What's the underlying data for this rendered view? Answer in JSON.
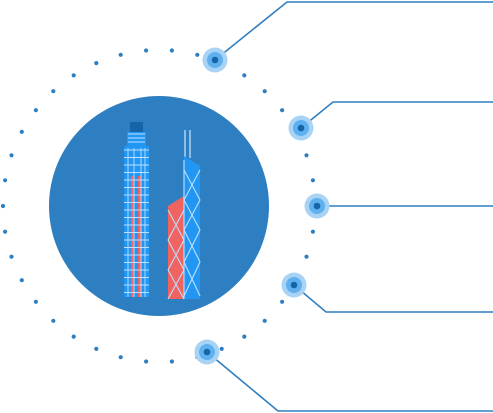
{
  "colors": {
    "primary": "#2e7fc1",
    "bright": "#2196f3",
    "dark": "#1565a8",
    "accent": "#ef6461",
    "halo": "#a9d3f5",
    "ring": "#5fb0ee",
    "dot": "#2e7fc1",
    "line": "#2e7fc1",
    "window": "#bfe0ff"
  },
  "illustration": {
    "subject": "twin-skyscrapers",
    "left_tower_icon": "glass-tower-icon",
    "right_tower_icon": "triangular-bracing-tower-icon"
  },
  "nodes": [
    {
      "id": "node-1",
      "icon": "target-dot-icon"
    },
    {
      "id": "node-2",
      "icon": "target-dot-icon"
    },
    {
      "id": "node-3",
      "icon": "target-dot-icon"
    },
    {
      "id": "node-4",
      "icon": "target-dot-icon"
    },
    {
      "id": "node-5",
      "icon": "target-dot-icon"
    }
  ]
}
